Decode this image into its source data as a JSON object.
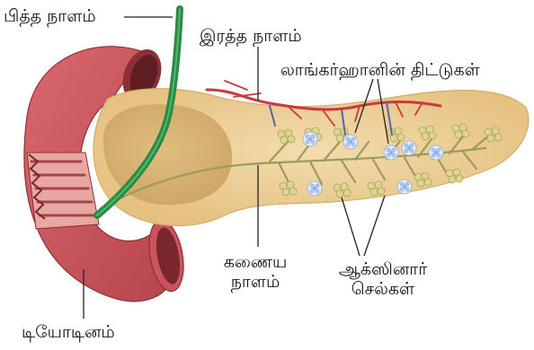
{
  "labels": {
    "bile_duct": "பித்த நாளம்",
    "blood_vessel": "இரத்த நாளம்",
    "islets": "லாங்கர்ஹானின் திட்டுகள்",
    "pancreatic_duct_line1": "கணைய",
    "pancreatic_duct_line2": "நாளம்",
    "acinar_line1": "ஆக்ஸினார்",
    "acinar_line2": "செல்கள்",
    "duodenum": "டியோடினம்"
  },
  "colors": {
    "pancreas": "#edd09a",
    "pancreas_edge": "#d9b677",
    "duodenum": "#c9545c",
    "duodenum_dark": "#8e2f36",
    "duodenum_inner": "#e8a7a0",
    "bile_duct": "#2f9a4a",
    "blood_vessel": "#c93b3b",
    "acinar": "#d8d48a",
    "islet": "#a9c3ea",
    "duct_line": "#9b9b5c"
  }
}
